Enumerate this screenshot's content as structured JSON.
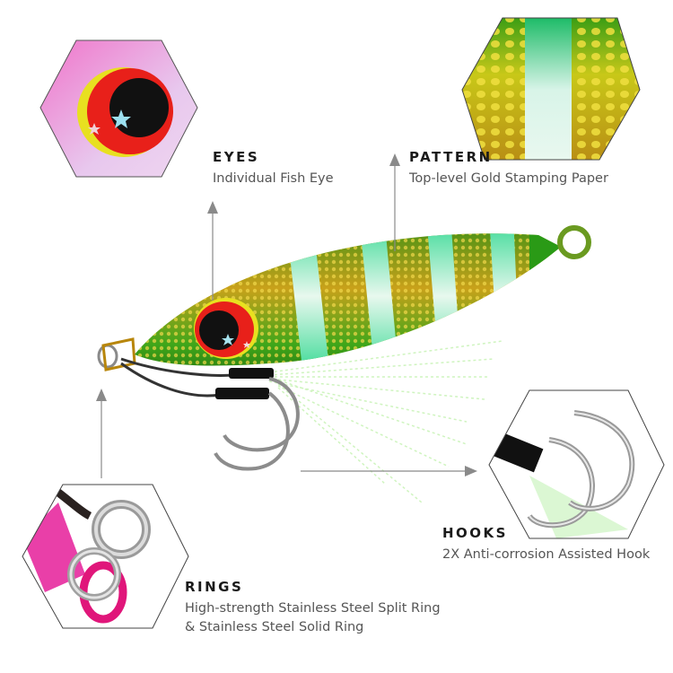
{
  "features": [
    {
      "id": "eyes",
      "title": "EYES",
      "description": "Individual Fish Eye"
    },
    {
      "id": "pattern",
      "title": "PATTERN",
      "description": "Top-level Gold Stamping Paper"
    },
    {
      "id": "hooks",
      "title": "HOOKS",
      "description": "2X Anti-corrosion Assisted Hook"
    },
    {
      "id": "rings",
      "title": "RINGS",
      "description_line1": "High-strength Stainless Steel Split Ring",
      "description_line2": "& Stainless Steel Solid Ring"
    }
  ],
  "colors": {
    "lure_green": "#3fa61a",
    "lure_gold": "#c9a11a",
    "glow_stripe": "#9ff0c8",
    "eye_red": "#e8201a",
    "eye_yellow": "#e8e020",
    "pink": "#e93fa8",
    "arrow": "#8a8a8a"
  }
}
